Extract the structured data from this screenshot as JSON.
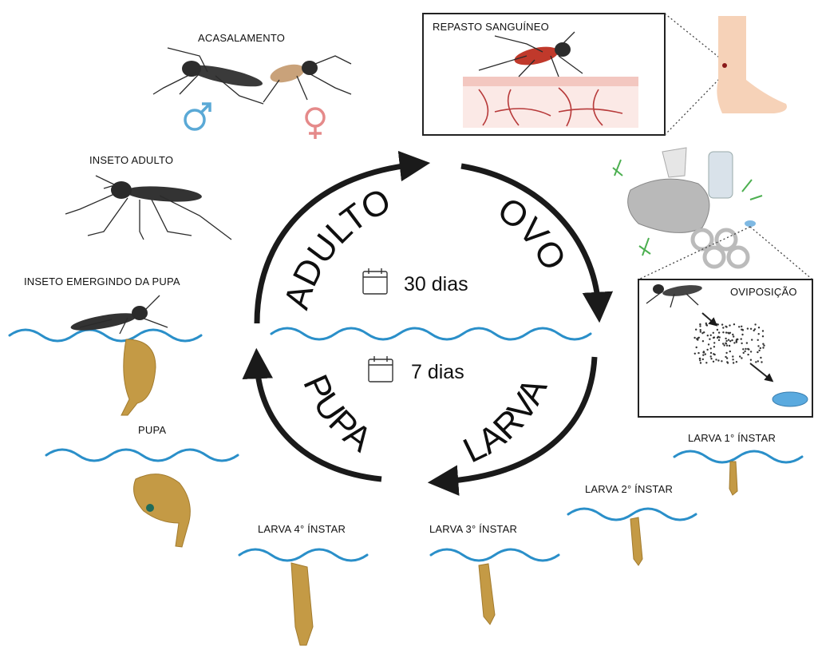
{
  "labels": {
    "acasalamento": "ACASALAMENTO",
    "repasto": "REPASTO SANGUÍNEO",
    "inseto_adulto": "INSETO ADULTO",
    "inseto_emergindo": "INSETO EMERGINDO DA PUPA",
    "oviposicao": "OVIPOSIÇÃO",
    "pupa": "PUPA",
    "larva1": "LARVA 1° ÍNSTAR",
    "larva2": "LARVA 2° ÍNSTAR",
    "larva3": "LARVA 3° ÍNSTAR",
    "larva4": "LARVA 4° ÍNSTAR"
  },
  "stages": {
    "adulto": "ADULTO",
    "ovo": "OVO",
    "larva": "LARVA",
    "pupa": "PUPA"
  },
  "durations": {
    "top": "30 dias",
    "bottom": "7 dias"
  },
  "icons": [
    "calendar-icon",
    "male-symbol-icon",
    "female-symbol-icon"
  ],
  "colors": {
    "water": "#2a8fc9",
    "male": "#5aa9d6",
    "female": "#e58a8a",
    "blood": "#c0392b",
    "larva": "#c49a45",
    "arrow": "#1a1a1a"
  }
}
